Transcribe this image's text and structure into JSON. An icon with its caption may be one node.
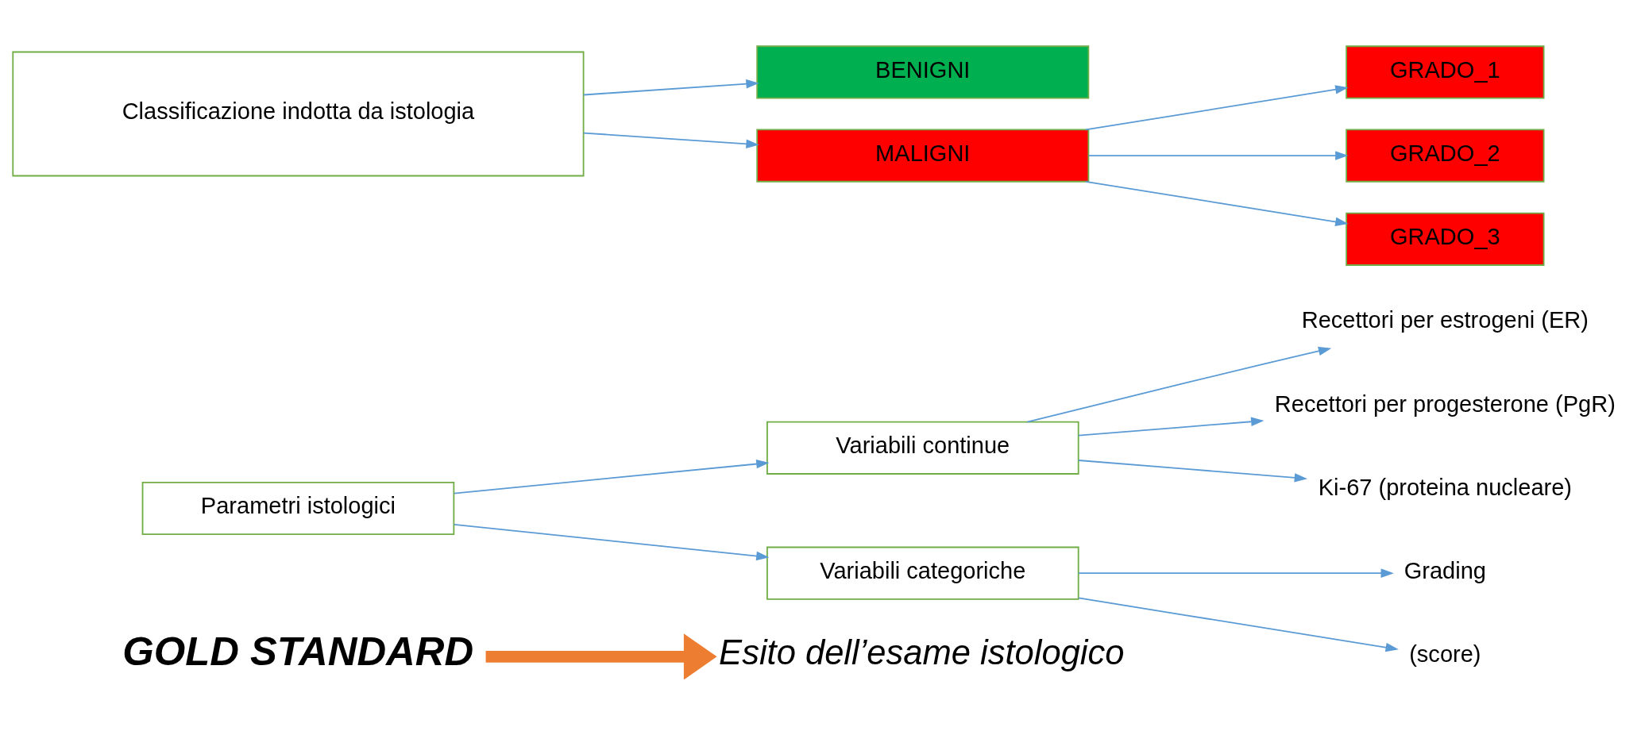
{
  "diagram": {
    "nodes": [
      {
        "text": [
          "GOLD STANDARD"
        ]
      },
      {
        "text": [
          "Esito dell’esame istologico"
        ]
      },
      {
        "text": [
          "Classificazione indotta da istologia"
        ]
      },
      {
        "text": [
          "BENIGNI"
        ]
      },
      {
        "text": [
          "MALIGNI"
        ]
      },
      {
        "text": [
          "GRADO_1"
        ]
      },
      {
        "text": [
          "GRADO_2"
        ]
      },
      {
        "text": [
          "GRADO_3"
        ]
      },
      {
        "text": [
          "Parametri istologici"
        ]
      },
      {
        "text": [
          "Variabili continue"
        ]
      },
      {
        "text": [
          "Recettori per estrogeni (ER)"
        ]
      },
      {
        "text": [
          "Recettori per progesterone (PgR)"
        ]
      },
      {
        "text": [
          "Ki-67 (proteina nucleare)"
        ]
      },
      {
        "text": [
          "Variabili categoriche"
        ]
      },
      {
        "text": [
          "Grading"
        ]
      },
      {
        "text": [
          "(score)"
        ]
      }
    ],
    "edges": [
      {
        "from": 0,
        "to": 1,
        "arrow": "to",
        "style": "thick",
        "color": "#ed7d31"
      },
      {
        "from": 2,
        "to": 3,
        "arrow": "to"
      },
      {
        "from": 2,
        "to": 4,
        "arrow": "to"
      },
      {
        "from": 4,
        "to": 5,
        "arrow": "to"
      },
      {
        "from": 4,
        "to": 6,
        "arrow": "to"
      },
      {
        "from": 4,
        "to": 7,
        "arrow": "to"
      },
      {
        "from": 8,
        "to": 9,
        "arrow": "to"
      },
      {
        "from": 8,
        "to": 13,
        "arrow": "to"
      },
      {
        "from": 9,
        "to": 10,
        "arrow": "to"
      },
      {
        "from": 9,
        "to": 11,
        "arrow": "to"
      },
      {
        "from": 9,
        "to": 12,
        "arrow": "to"
      },
      {
        "from": 13,
        "to": 14,
        "arrow": "to"
      },
      {
        "from": 13,
        "to": 15,
        "arrow": "to"
      }
    ]
  }
}
